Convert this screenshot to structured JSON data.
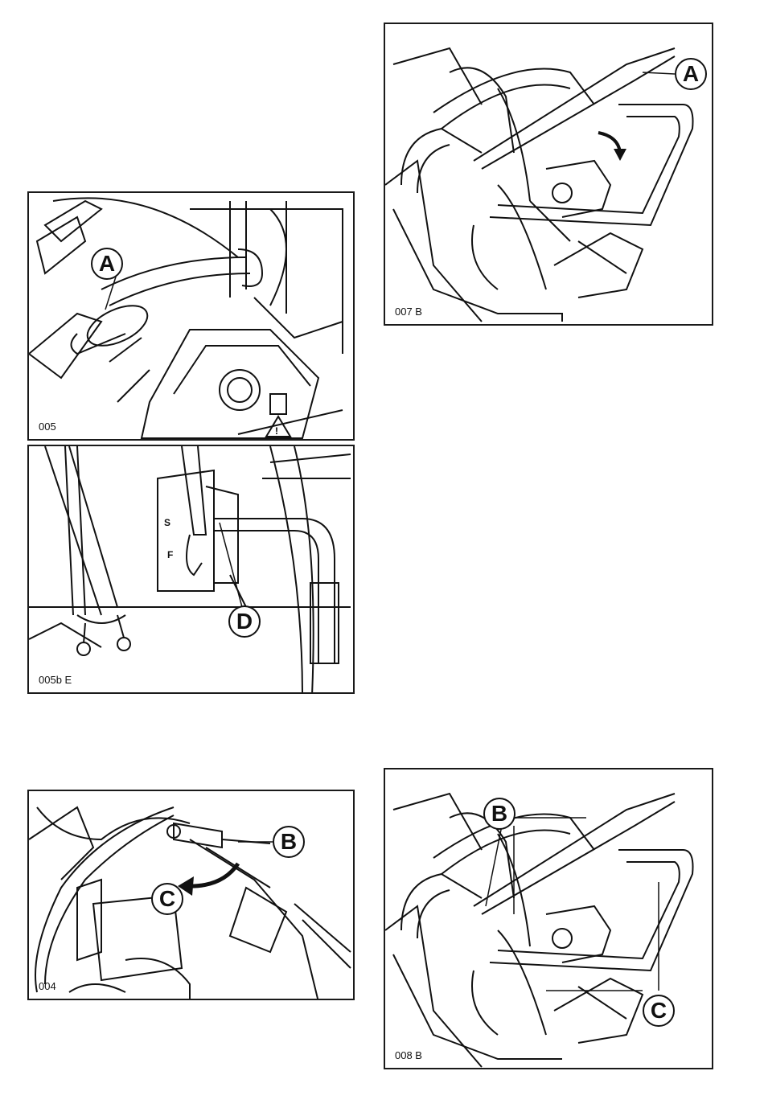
{
  "figures": [
    {
      "id": "fig-005",
      "code": "005",
      "callouts": [
        "A"
      ]
    },
    {
      "id": "fig-005b",
      "code": "005b E",
      "callouts": [
        "D"
      ],
      "marks": [
        "S",
        "F"
      ]
    },
    {
      "id": "fig-004",
      "code": "004",
      "callouts": [
        "B",
        "C"
      ]
    },
    {
      "id": "fig-007",
      "code": "007 B",
      "callouts": [
        "A"
      ]
    },
    {
      "id": "fig-008",
      "code": "008 B",
      "callouts": [
        "B",
        "C"
      ]
    }
  ],
  "icons": {
    "warning": "warning-triangle-icon",
    "arrow": "rotation-arrow-icon"
  }
}
